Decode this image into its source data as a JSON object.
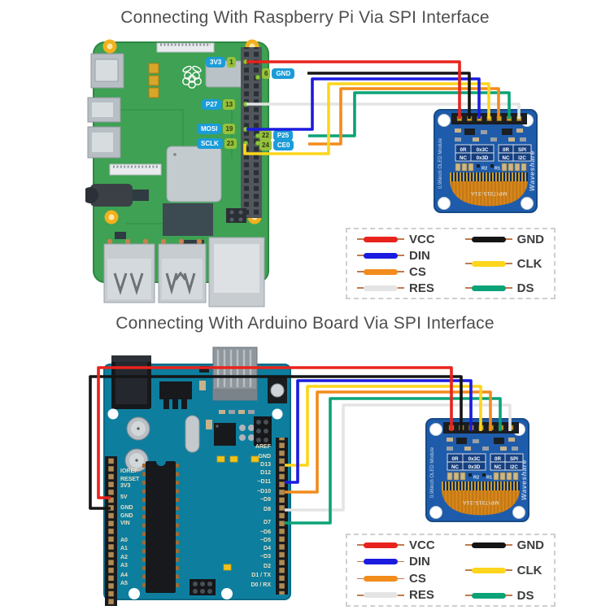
{
  "titles": {
    "raspberry_pi": "Connecting With Raspberry Pi Via SPI Interface",
    "arduino": "Connecting With Arduino Board Via SPI Interface"
  },
  "raspberry_pi": {
    "pin_labels": [
      {
        "name": "3V3",
        "pin": "1"
      },
      {
        "pin": "6",
        "name": "GND"
      },
      {
        "name": "P27",
        "pin": "13"
      },
      {
        "name": "MOSI",
        "pin": "19"
      },
      {
        "pin": "22",
        "name": "P25"
      },
      {
        "name": "SCLK",
        "pin": "23"
      },
      {
        "pin": "24",
        "name": "CE0"
      }
    ]
  },
  "arduino": {
    "left_pins": [
      "IOREF",
      "RESET",
      "3V3",
      "5V",
      "GND",
      "GND",
      "VIN",
      "A0",
      "A1",
      "A2",
      "A3",
      "A4",
      "A5"
    ],
    "right_pins": [
      "AREF",
      "GND",
      "D13",
      "D12",
      "~D11",
      "~D10",
      "~D9",
      "D8",
      "D7",
      "~D6",
      "~D5",
      "D4",
      "~D3",
      "D2",
      "D1 / TX",
      "D0 / RX"
    ]
  },
  "oled_module": {
    "vertical_label": "0.96inch OLED Module",
    "brand": "Waveshare",
    "ribbon_label": "MPI7315-31A",
    "config_table_left": {
      "r1c1": "0R",
      "r1c2": "0x3C",
      "r2c1": "NC",
      "r2c2": "0x3D"
    },
    "config_table_right": {
      "r1c1": "0R",
      "r1c2": "SPI",
      "r2c1": "NC",
      "r2c2": "I2C"
    },
    "resistor_left": "R2",
    "resistor_right": "R1"
  },
  "legend": {
    "left": [
      {
        "label": "VCC",
        "color": "#e8231d"
      },
      {
        "label": "DIN",
        "color": "#1b1be0"
      },
      {
        "label": "CS",
        "color": "#f28c1c"
      },
      {
        "label": "RES",
        "color": "#e4e4e4"
      }
    ],
    "right": [
      {
        "label": "GND",
        "color": "#151515"
      },
      {
        "label": "CLK",
        "color": "#fdd51c"
      },
      {
        "label": "DS",
        "color": "#0aa377"
      }
    ]
  }
}
